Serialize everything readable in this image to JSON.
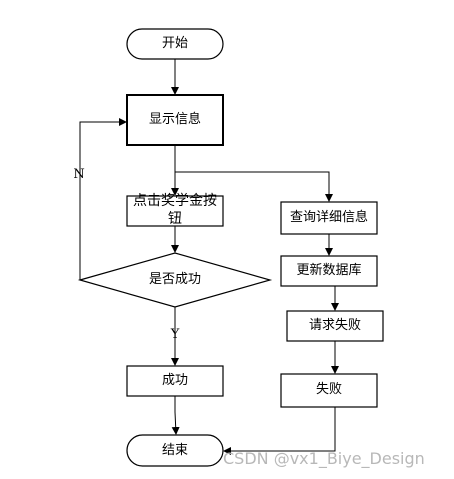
{
  "nodes": {
    "start": "开始",
    "show_info": "显示信息",
    "click_button_line1": "点击奖学金按",
    "click_button_line2": "钮",
    "decision": "是否成功",
    "success": "成功",
    "end": "结束",
    "query_detail": "查询详细信息",
    "update_db": "更新数据库",
    "request_fail": "请求失败",
    "fail": "失败"
  },
  "edges": {
    "no_label": "N",
    "yes_label": "Y"
  },
  "watermark": "CSDN @vx1_Biye_Design"
}
